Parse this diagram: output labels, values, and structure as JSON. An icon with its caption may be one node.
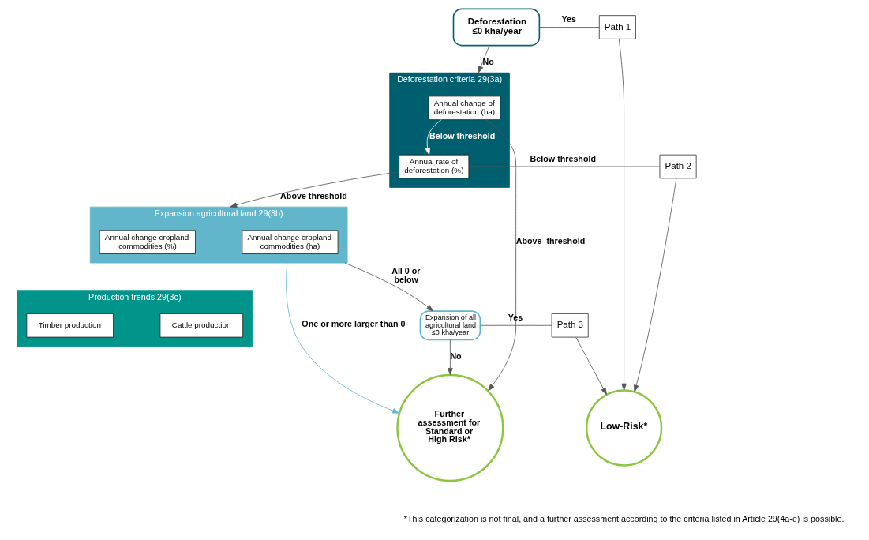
{
  "diagram": {
    "nodes": [
      {
        "text": [
          "Deforestation ≤0 kha/year"
        ]
      },
      {
        "text": [
          "Deforestation criteria 29(3a)"
        ]
      },
      {
        "text": [
          "Annual change of deforestation (ha)"
        ],
        "in": 1
      },
      {
        "text": [
          "Annual rate of deforestation (%)"
        ],
        "in": 1
      },
      {
        "text": [
          "Expansion agricultural land 29(3b)"
        ]
      },
      {
        "text": [
          "Annual change cropland commodities (%)"
        ],
        "in": 4
      },
      {
        "text": [
          "Annual change cropland commodities (ha)"
        ],
        "in": 4
      },
      {
        "text": [
          "Production trends 29(3c)"
        ]
      },
      {
        "text": [
          "Timber production"
        ],
        "in": 7
      },
      {
        "text": [
          "Cattle production"
        ],
        "in": 7
      },
      {
        "text": [
          "Expansion of all agricultural land ≤0 kha/year"
        ]
      },
      {
        "text": [
          "Path 1"
        ]
      },
      {
        "text": [
          "Path 2"
        ]
      },
      {
        "text": [
          "Path 3"
        ]
      },
      {
        "text": [
          "Further assessment for Standard or High Risk*"
        ]
      },
      {
        "text": [
          "Low-Risk*"
        ]
      }
    ],
    "edges": [
      {
        "from": 0,
        "to": 11,
        "arrow": "none",
        "label": "Yes"
      },
      {
        "from": 0,
        "to": 1,
        "arrow": "to",
        "label": "No"
      },
      {
        "from": 2,
        "to": 3,
        "arrow": "to",
        "label": "Below threshold",
        "color": "#ffffff"
      },
      {
        "from": 2,
        "to": 14,
        "arrow": "to",
        "label": "Above  threshold"
      },
      {
        "from": 3,
        "to": 12,
        "arrow": "none",
        "label": "Below threshold"
      },
      {
        "from": 3,
        "to": 4,
        "arrow": "to",
        "label": "Above threshold"
      },
      {
        "from": 4,
        "to": 14,
        "arrow": "to",
        "label": "One or more larger than 0",
        "color": "#62b6cc"
      },
      {
        "from": 4,
        "to": 10,
        "arrow": "to",
        "label": "All 0 or below"
      },
      {
        "from": 10,
        "to": 13,
        "arrow": "none",
        "label": "Yes"
      },
      {
        "from": 10,
        "to": 14,
        "arrow": "to",
        "label": "No"
      },
      {
        "from": 11,
        "to": 15,
        "arrow": "to"
      },
      {
        "from": 12,
        "to": 15,
        "arrow": "to"
      },
      {
        "from": 13,
        "to": 15,
        "arrow": "to"
      }
    ],
    "labels": [
      "*This categorization is not final, and a further assessment according to the criteria listed in Article 29(4a-e) is possible."
    ]
  }
}
